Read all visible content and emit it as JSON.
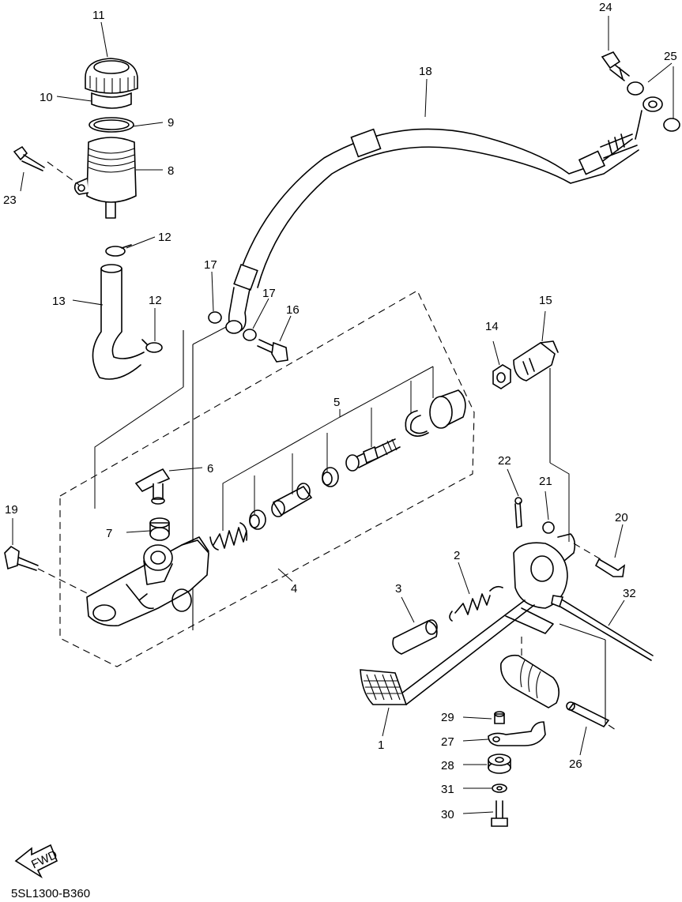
{
  "diagram_code": "5SL1300-B360",
  "fwd_label": "FWD",
  "callouts": [
    {
      "id": "1",
      "text": "1"
    },
    {
      "id": "2",
      "text": "2"
    },
    {
      "id": "3",
      "text": "3"
    },
    {
      "id": "4",
      "text": "4"
    },
    {
      "id": "5",
      "text": "5"
    },
    {
      "id": "6",
      "text": "6"
    },
    {
      "id": "7",
      "text": "7"
    },
    {
      "id": "8",
      "text": "8"
    },
    {
      "id": "9",
      "text": "9"
    },
    {
      "id": "10",
      "text": "10"
    },
    {
      "id": "11",
      "text": "11"
    },
    {
      "id": "12a",
      "text": "12"
    },
    {
      "id": "12b",
      "text": "12"
    },
    {
      "id": "13",
      "text": "13"
    },
    {
      "id": "14",
      "text": "14"
    },
    {
      "id": "15",
      "text": "15"
    },
    {
      "id": "16",
      "text": "16"
    },
    {
      "id": "17a",
      "text": "17"
    },
    {
      "id": "17b",
      "text": "17"
    },
    {
      "id": "18",
      "text": "18"
    },
    {
      "id": "19",
      "text": "19"
    },
    {
      "id": "20",
      "text": "20"
    },
    {
      "id": "21",
      "text": "21"
    },
    {
      "id": "22",
      "text": "22"
    },
    {
      "id": "23",
      "text": "23"
    },
    {
      "id": "24",
      "text": "24"
    },
    {
      "id": "25",
      "text": "25"
    },
    {
      "id": "26",
      "text": "26"
    },
    {
      "id": "27",
      "text": "27"
    },
    {
      "id": "28",
      "text": "28"
    },
    {
      "id": "29",
      "text": "29"
    },
    {
      "id": "30",
      "text": "30"
    },
    {
      "id": "31",
      "text": "31"
    },
    {
      "id": "32",
      "text": "32"
    }
  ]
}
